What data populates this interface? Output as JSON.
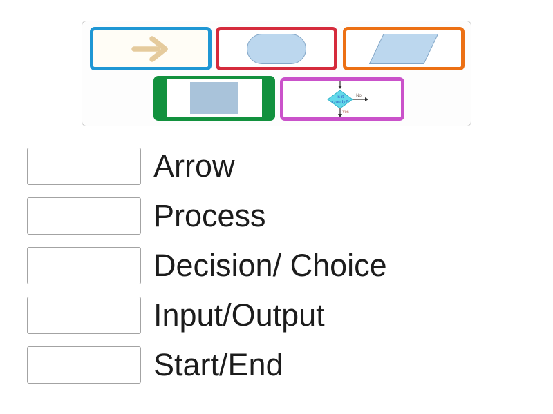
{
  "cards_panel": {
    "background": "#fdfdfd",
    "border_color": "#c9c9c9",
    "cards": [
      {
        "name": "arrow",
        "shape": "arrow",
        "border_color": "#1f97d4",
        "shape_color": "#e5cb9d"
      },
      {
        "name": "rounded-rectangle",
        "shape": "stadium",
        "border_color": "#d52b3c",
        "shape_fill": "#bcd7ee",
        "shape_stroke": "#84a7c7"
      },
      {
        "name": "parallelogram",
        "shape": "parallelogram",
        "border_color": "#ec7014",
        "shape_fill": "#bcd7ee",
        "shape_stroke": "#84a7c7"
      },
      {
        "name": "rectangle",
        "shape": "rectangle",
        "border_color": "#12913e",
        "shape_fill": "#a9c3da"
      },
      {
        "name": "decision-flowchart",
        "shape": "flowchart-decision",
        "border_color": "#ca52ca",
        "diamond_fill": "#63d9ea",
        "diamond_stroke": "#2fb3c9",
        "question_line1": "Is it",
        "question_line2": "cloudy?",
        "no_label": "No",
        "yes_label": "Yes"
      }
    ]
  },
  "match_list": {
    "rows": [
      {
        "label": "Arrow"
      },
      {
        "label": "Process"
      },
      {
        "label": "Decision/ Choice"
      },
      {
        "label": "Input/Output"
      },
      {
        "label": "Start/End"
      }
    ]
  }
}
